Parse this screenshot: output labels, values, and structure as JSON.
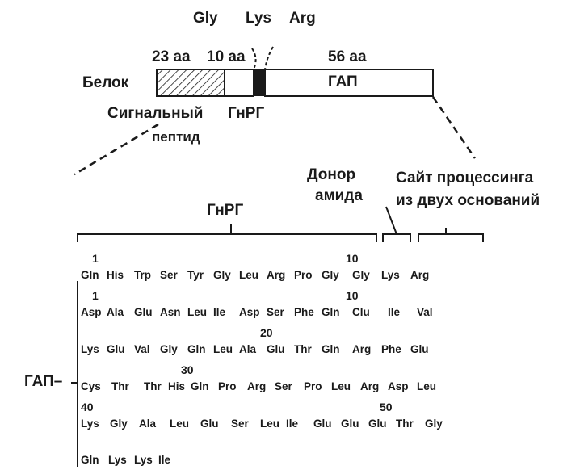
{
  "header": {
    "residues": [
      "Gly",
      "Lys",
      "Arg"
    ]
  },
  "protein_bar": {
    "label": "Белок",
    "lengths": [
      "23 аа",
      "10 аа",
      "56 аа"
    ],
    "segment_label_gap": "ГАП",
    "signal_label_line1": "Сигнальный",
    "signal_label_line2": "пептид",
    "gnrg_label": "ГнРГ"
  },
  "annotations": {
    "donor_line1": "Донор",
    "donor_line2": "амида",
    "site_line1": "Сайт процессинга",
    "site_line2": "из двух оснований",
    "gnrg_bracket": "ГнРГ",
    "gap_bracket": "ГАП–"
  },
  "sequence": {
    "gnrg_numbers": [
      "1",
      "10"
    ],
    "row0": [
      "Gln",
      "His",
      "Trp",
      "Ser",
      "Tyr",
      "Gly",
      "Leu",
      "Arg",
      "Pro",
      "Gly",
      "Gly",
      "Lys",
      "Arg"
    ],
    "row1_numbers": [
      "1",
      "10"
    ],
    "row1": [
      "Asp",
      "Ala",
      "Glu",
      "Asn",
      "Leu",
      "Ile",
      "Asp",
      "Ser",
      "Phe",
      "Gln",
      "Clu",
      "Ile",
      "Val"
    ],
    "row2_number": "20",
    "row2": [
      "Lys",
      "Glu",
      "Val",
      "Gly",
      "Gln",
      "Leu",
      "Ala",
      "Glu",
      "Thr",
      "Gln",
      "Arg",
      "Phe",
      "Glu"
    ],
    "row3_number": "30",
    "row3": [
      "Cys",
      "Thr",
      "Thr",
      "His",
      "Gln",
      "Pro",
      "Arg",
      "Ser",
      "Pro",
      "Leu",
      "Arg",
      "Asp",
      "Leu"
    ],
    "row4_numbers": [
      "40",
      "50"
    ],
    "row4": [
      "Lys",
      "Gly",
      "Ala",
      "Leu",
      "Glu",
      "Ser",
      "Leu",
      "Ile",
      "Glu",
      "Glu",
      "Glu",
      "Thr",
      "Gly"
    ],
    "row5": [
      "Gln",
      "Lys",
      "Lys",
      "Ile"
    ]
  }
}
